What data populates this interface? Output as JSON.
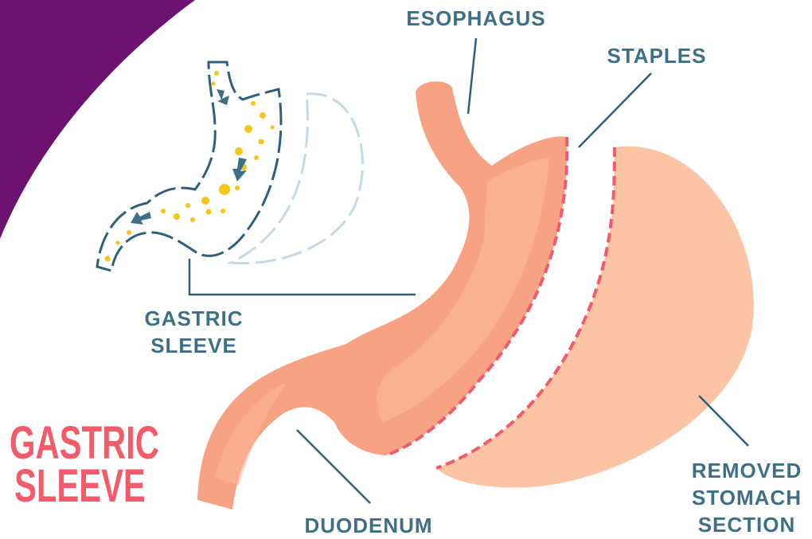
{
  "labels": {
    "esophagus": "ESOPHAGUS",
    "staples": "STAPLES",
    "gastric_sleeve_line1": "GASTRIC",
    "gastric_sleeve_line2": "SLEEVE",
    "duodenum": "DUODENUM",
    "removed_line1": "REMOVED",
    "removed_line2": "STOMACH",
    "removed_line3": "SECTION"
  },
  "title": {
    "line1": "GASTRIC",
    "line2": "SLEEVE"
  },
  "colors": {
    "purple_band": "#6e1271",
    "label": "#3d6f86",
    "leader_line": "#2f6079",
    "title": "#f25c6a",
    "stomach_fill": "#f7a283",
    "stomach_highlight": "#fbb596",
    "removed_fill": "#fcc4a4",
    "staples": "#f15b6b",
    "food_dots": "#f5c518",
    "flow_arrows": "#3d6f86",
    "ghost_outline": "#c8d8e3"
  },
  "icons": {
    "flow_arrow": "arrow-icon"
  }
}
